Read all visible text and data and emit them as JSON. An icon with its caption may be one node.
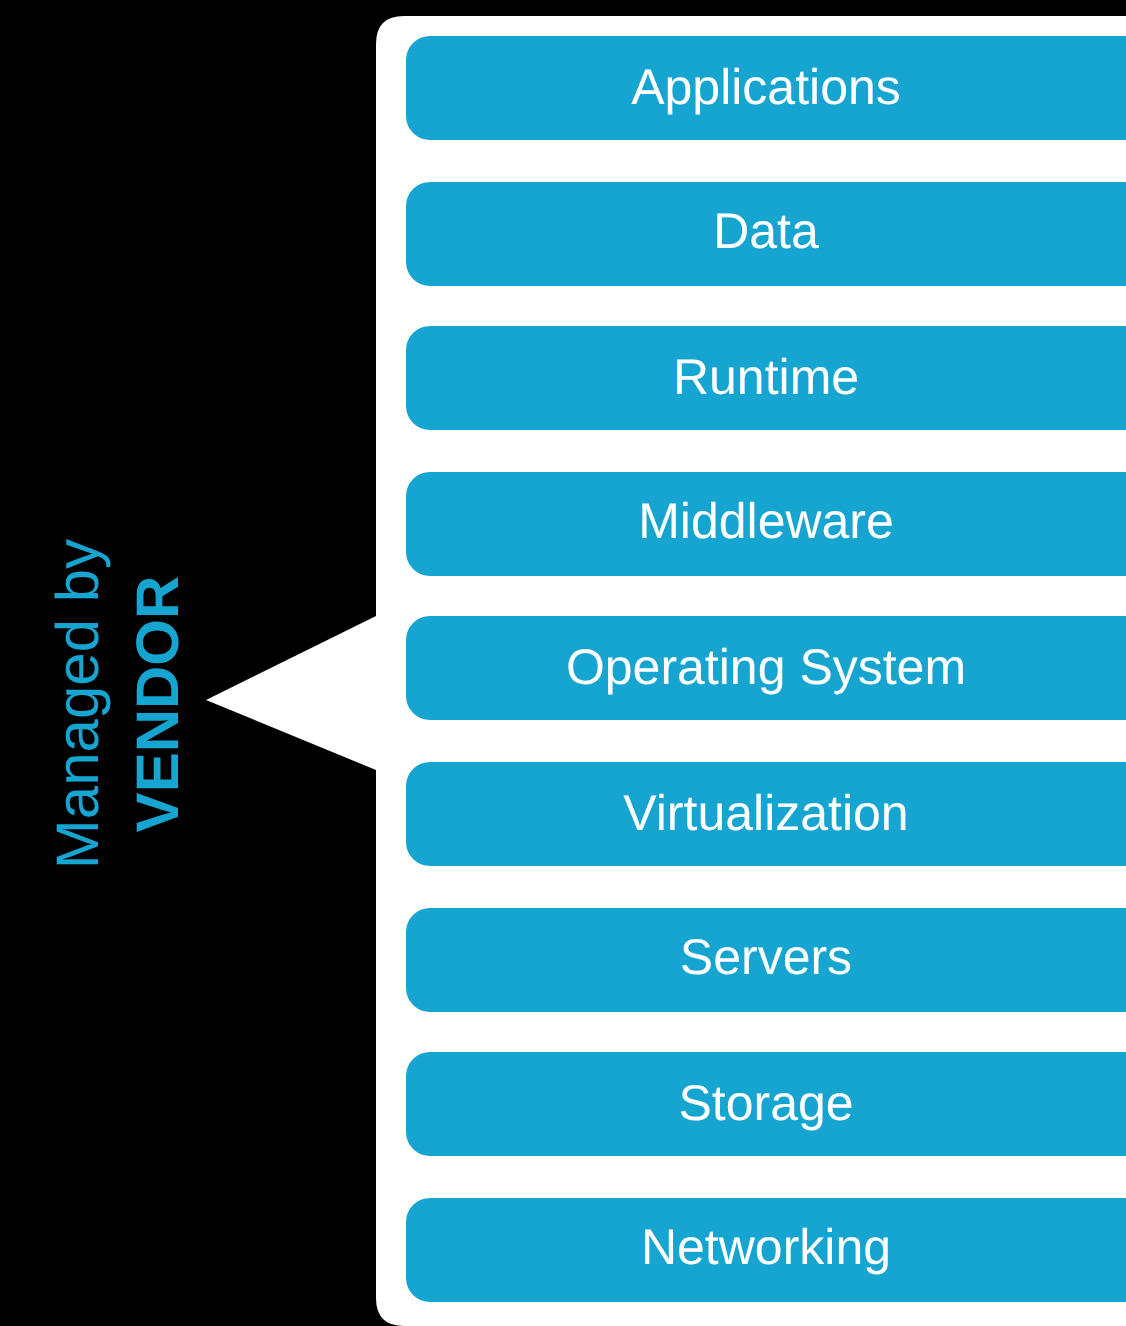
{
  "diagram": {
    "nodes": [
      {
        "text": [],
        "shape": "callout",
        "beside": [
          "Managed by",
          "VENDOR"
        ]
      },
      {
        "text": [
          "Applications"
        ],
        "in": 0
      },
      {
        "text": [
          "Data"
        ],
        "in": 0
      },
      {
        "text": [
          "Runtime"
        ],
        "in": 0
      },
      {
        "text": [
          "Middleware"
        ],
        "in": 0
      },
      {
        "text": [
          "Operating System"
        ],
        "in": 0
      },
      {
        "text": [
          "Virtualization"
        ],
        "in": 0
      },
      {
        "text": [
          "Servers"
        ],
        "in": 0
      },
      {
        "text": [
          "Storage"
        ],
        "in": 0
      },
      {
        "text": [
          "Networking"
        ],
        "in": 0
      }
    ]
  }
}
